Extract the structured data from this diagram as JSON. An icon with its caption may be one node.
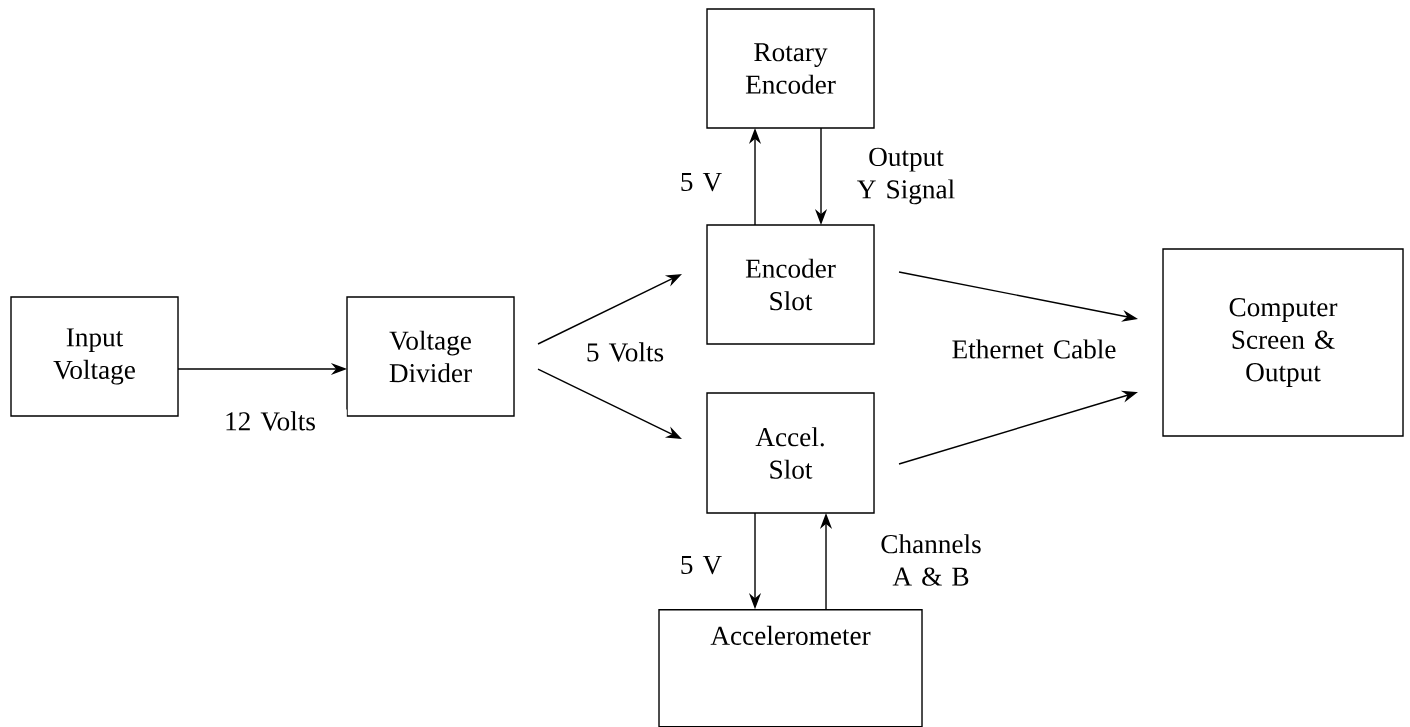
{
  "diagram": {
    "nodes": [
      {
        "text": [
          "Input Voltage"
        ]
      },
      {
        "text": [
          "Voltage Divider"
        ]
      },
      {
        "text": [
          "Rotary Encoder"
        ]
      },
      {
        "text": [
          "Encoder Slot"
        ]
      },
      {
        "text": [
          "Accel. Slot"
        ]
      },
      {
        "text": [
          "Accelerometer"
        ]
      },
      {
        "text": [
          "Computer Screen & Output"
        ]
      }
    ],
    "edges": [
      {
        "from": 0,
        "to": 1,
        "arrow": "to",
        "label": "12 Volts"
      },
      {
        "from": 1,
        "to": 3,
        "arrow": "to",
        "label": "5 Volts"
      },
      {
        "from": 1,
        "to": 4,
        "arrow": "to"
      },
      {
        "from": 3,
        "to": 2,
        "arrow": "to",
        "label": "5 V"
      },
      {
        "from": 2,
        "to": 3,
        "arrow": "to",
        "label": "Output Y Signal"
      },
      {
        "from": 3,
        "to": 6,
        "arrow": "to",
        "label": "Ethernet Cable"
      },
      {
        "from": 4,
        "to": 6,
        "arrow": "to"
      },
      {
        "from": 4,
        "to": 5,
        "arrow": "to",
        "label": "5 V"
      },
      {
        "from": 5,
        "to": 4,
        "arrow": "to",
        "label": "Channels A & B"
      }
    ]
  }
}
